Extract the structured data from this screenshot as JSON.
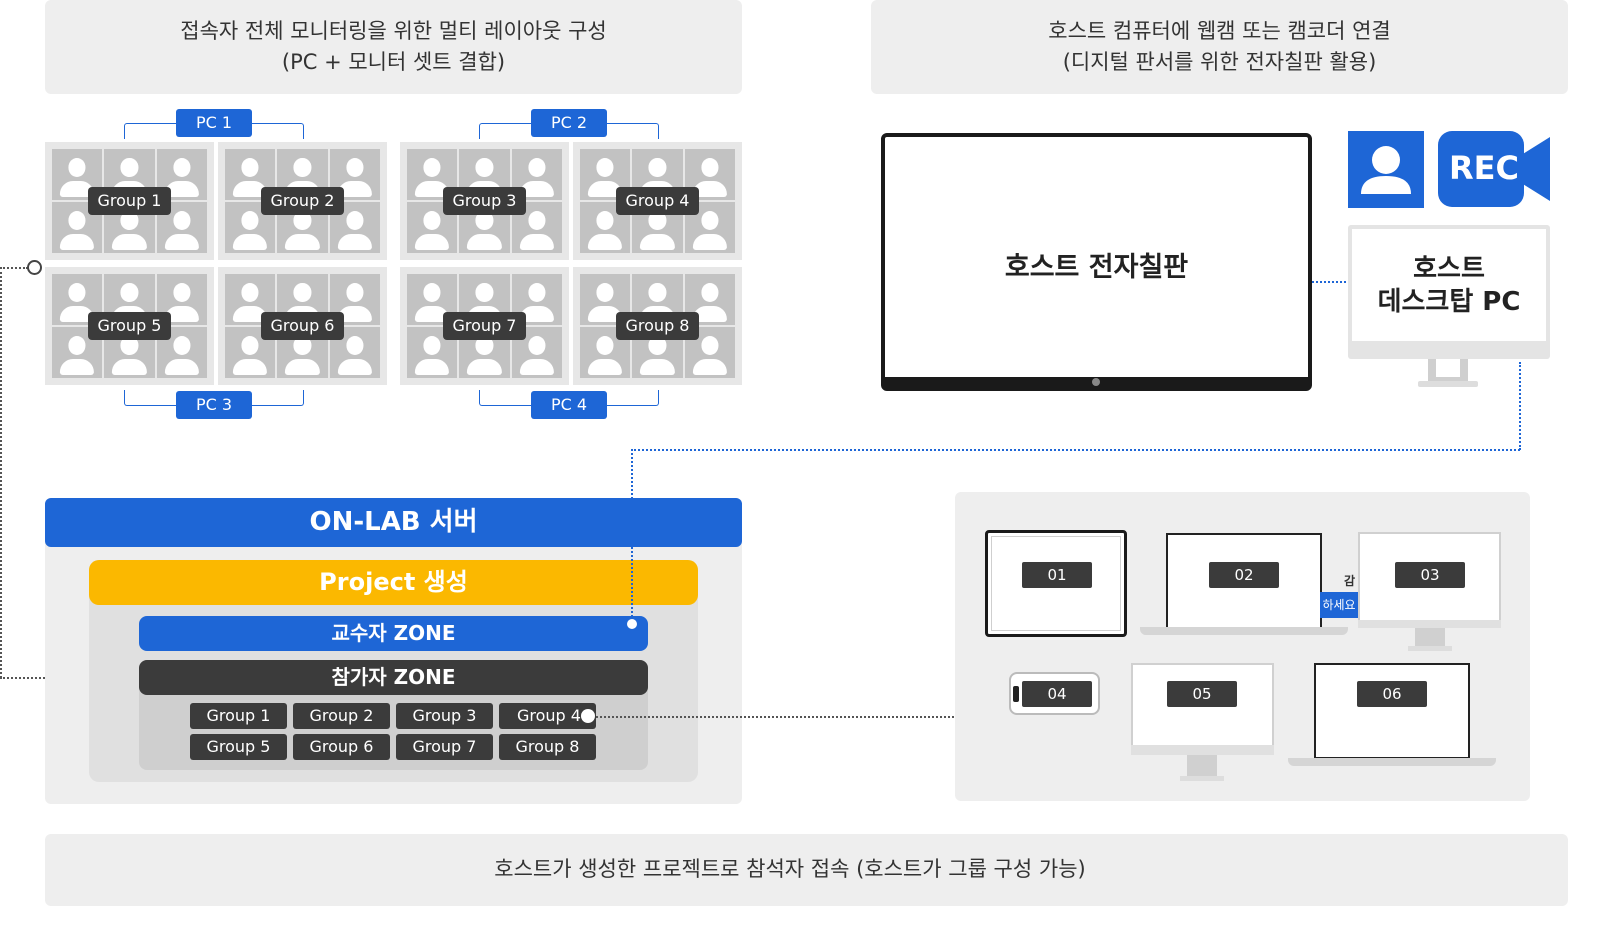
{
  "top_left_caption": {
    "line1": "접속자 전체 모니터링을 위한 멀티 레이아웃 구성",
    "line2": "(PC + 모니터 셋트 결합)"
  },
  "top_right_caption": {
    "line1": "호스트 컴퓨터에 웹캠 또는 캠코더 연결",
    "line2": "(디지털 판서를 위한 전자칠판 활용)"
  },
  "pc_tags": {
    "pc1": "PC 1",
    "pc2": "PC 2",
    "pc3": "PC 3",
    "pc4": "PC 4"
  },
  "monitor_groups": [
    "Group 1",
    "Group 2",
    "Group 3",
    "Group 4",
    "Group 5",
    "Group 6",
    "Group 7",
    "Group 8"
  ],
  "whiteboard": {
    "label": "호스트 전자칠판"
  },
  "webcam": {
    "icon": "user-icon"
  },
  "recorder": {
    "label": "REC"
  },
  "desktop": {
    "line1": "호스트",
    "line2": "데스크탑 PC"
  },
  "server": {
    "title": "ON-LAB 서버",
    "project": "Project 생성",
    "professor_zone": "교수자 ZONE",
    "participant_zone": "참가자 ZONE",
    "groups": [
      "Group 1",
      "Group 2",
      "Group 3",
      "Group 4",
      "Group 5",
      "Group 6",
      "Group 7",
      "Group 8"
    ]
  },
  "devices": {
    "labels": [
      "01",
      "02",
      "03",
      "04",
      "05",
      "06"
    ],
    "overlay_text1": "감",
    "overlay_text2": "하세요"
  },
  "bottom_caption": "호스트가 생성한 프로젝트로 참석자 접속 (호스트가 그룹 구성 가능)",
  "colors": {
    "blue": "#1e66d6",
    "yellow": "#fbb800",
    "dark": "#3b3b3b",
    "panel": "#eeeeee"
  }
}
